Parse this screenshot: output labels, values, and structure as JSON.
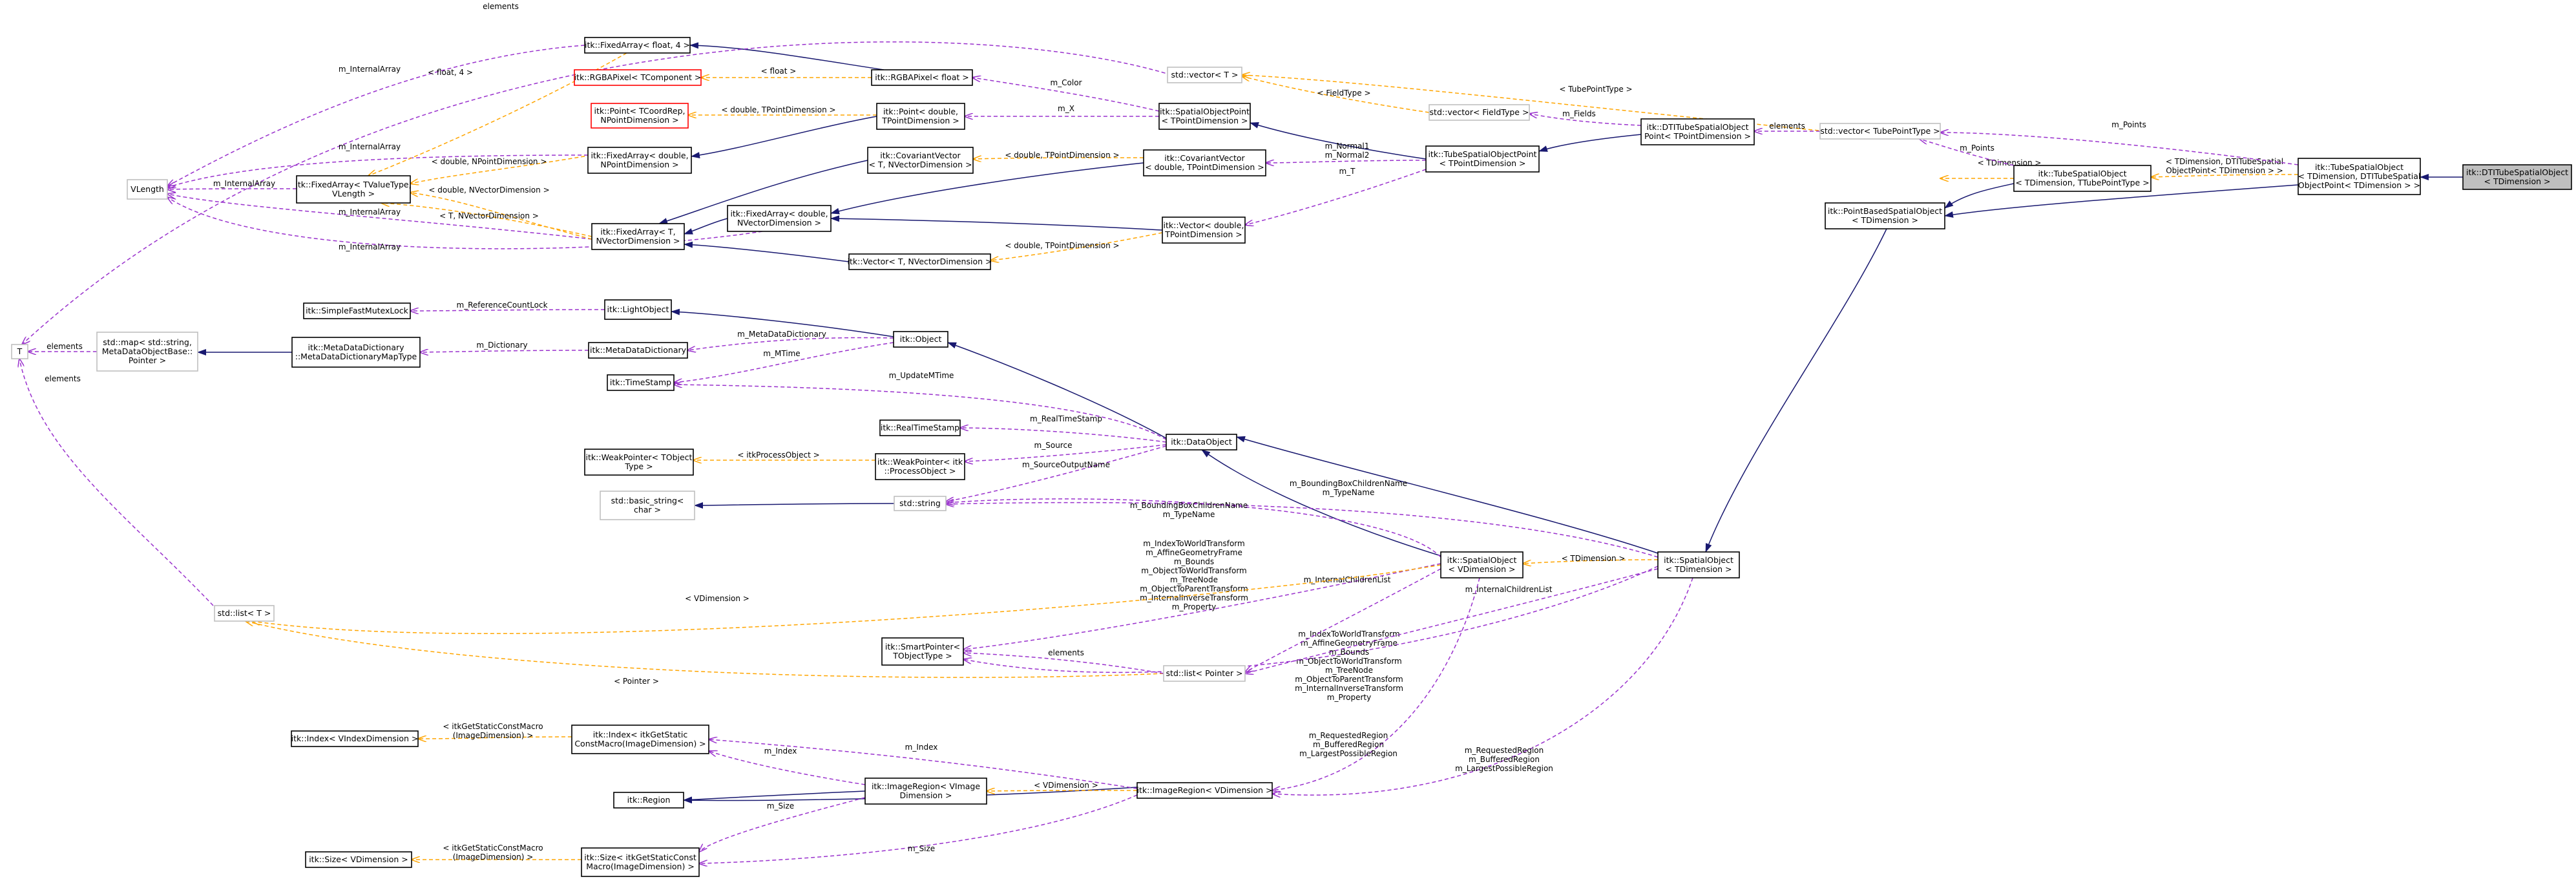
{
  "nodes": [
    {
      "id": "T",
      "lines": [
        "T"
      ],
      "style": "gray"
    },
    {
      "id": "VLength",
      "lines": [
        "VLength"
      ],
      "style": "gray"
    },
    {
      "id": "FixedArrayFloat4",
      "lines": [
        "itk::FixedArray< float, 4 >"
      ],
      "style": "normal"
    },
    {
      "id": "RGBAPixelTComponent",
      "lines": [
        "itk::RGBAPixel< TComponent >"
      ],
      "style": "red"
    },
    {
      "id": "PointTCoordRep",
      "lines": [
        "itk::Point< TCoordRep,",
        "NPointDimension >"
      ],
      "style": "red"
    },
    {
      "id": "FixedArrayDoubleNPoint",
      "lines": [
        "itk::FixedArray< double,",
        "NPointDimension >"
      ],
      "style": "normal"
    },
    {
      "id": "FixedArrayTValueType",
      "lines": [
        "itk::FixedArray< TValueType,",
        "VLength >"
      ],
      "style": "normal"
    },
    {
      "id": "FixedArrayTNVector",
      "lines": [
        "itk::FixedArray< T,",
        "NVectorDimension >"
      ],
      "style": "normal"
    },
    {
      "id": "FixedArrayDoubleNVector",
      "lines": [
        "itk::FixedArray< double,",
        "NVectorDimension >"
      ],
      "style": "normal"
    },
    {
      "id": "RGBAPixelFloat",
      "lines": [
        "itk::RGBAPixel< float >"
      ],
      "style": "normal"
    },
    {
      "id": "PointDoubleTPoint",
      "lines": [
        "itk::Point< double,",
        "TPointDimension >"
      ],
      "style": "normal"
    },
    {
      "id": "CovVecTNVector",
      "lines": [
        "itk::CovariantVector",
        "< T, NVectorDimension >"
      ],
      "style": "normal"
    },
    {
      "id": "VectorTNVector",
      "lines": [
        "itk::Vector< T, NVectorDimension >"
      ],
      "style": "normal"
    },
    {
      "id": "SimpleFastMutexLock",
      "lines": [
        "itk::SimpleFastMutexLock"
      ],
      "style": "normal"
    },
    {
      "id": "LightObject",
      "lines": [
        "itk::LightObject"
      ],
      "style": "normal"
    },
    {
      "id": "StdMap",
      "lines": [
        "std::map< std::string,",
        "MetaDataObjectBase::",
        "Pointer >"
      ],
      "style": "gray"
    },
    {
      "id": "MetaDataDictionary1",
      "lines": [
        "itk::MetaDataDictionary",
        "::MetaDataDictionaryMapType"
      ],
      "style": "normal"
    },
    {
      "id": "MetaDataDictionary",
      "lines": [
        "itk::MetaDataDictionary"
      ],
      "style": "normal"
    },
    {
      "id": "TimeStamp",
      "lines": [
        "itk::TimeStamp"
      ],
      "style": "normal"
    },
    {
      "id": "Object",
      "lines": [
        "itk::Object"
      ],
      "style": "normal"
    },
    {
      "id": "RealTimeStamp",
      "lines": [
        "itk::RealTimeStamp"
      ],
      "style": "normal"
    },
    {
      "id": "WeakPtrTObject",
      "lines": [
        "itk::WeakPointer< TObject",
        "Type >"
      ],
      "style": "normal"
    },
    {
      "id": "WeakPtrProcess",
      "lines": [
        "itk::WeakPointer< itk",
        "::ProcessObject >"
      ],
      "style": "normal"
    },
    {
      "id": "DataObject",
      "lines": [
        "itk::DataObject"
      ],
      "style": "normal"
    },
    {
      "id": "BasicString",
      "lines": [
        "std::basic_string<",
        "char >"
      ],
      "style": "gray"
    },
    {
      "id": "StdString",
      "lines": [
        "std::string"
      ],
      "style": "gray"
    },
    {
      "id": "StdListT",
      "lines": [
        "std::list< T >"
      ],
      "style": "gray"
    },
    {
      "id": "SmartPtr",
      "lines": [
        "itk::SmartPointer<",
        "TObjectType >"
      ],
      "style": "normal"
    },
    {
      "id": "StdListPointer",
      "lines": [
        "std::list< Pointer >"
      ],
      "style": "gray"
    },
    {
      "id": "IndexVIndex",
      "lines": [
        "itk::Index< VIndexDimension >"
      ],
      "style": "normal"
    },
    {
      "id": "IndexStatic",
      "lines": [
        "itk::Index< itkGetStatic",
        "ConstMacro(ImageDimension) >"
      ],
      "style": "normal"
    },
    {
      "id": "Region",
      "lines": [
        "itk::Region"
      ],
      "style": "normal"
    },
    {
      "id": "SizeVDim",
      "lines": [
        "itk::Size< VDimension >"
      ],
      "style": "normal"
    },
    {
      "id": "SizeStatic",
      "lines": [
        "itk::Size< itkGetStaticConst",
        "Macro(ImageDimension) >"
      ],
      "style": "normal"
    },
    {
      "id": "ImageRegionVImage",
      "lines": [
        "itk::ImageRegion< VImage",
        "Dimension >"
      ],
      "style": "normal"
    },
    {
      "id": "ImageRegionVDim",
      "lines": [
        "itk::ImageRegion< VDimension >"
      ],
      "style": "normal"
    },
    {
      "id": "StdVectorT",
      "lines": [
        "std::vector< T >"
      ],
      "style": "gray"
    },
    {
      "id": "SpatialObjectPoint",
      "lines": [
        "itk::SpatialObjectPoint",
        "< TPointDimension >"
      ],
      "style": "normal"
    },
    {
      "id": "CovVecDouble",
      "lines": [
        "itk::CovariantVector",
        "< double, TPointDimension >"
      ],
      "style": "normal"
    },
    {
      "id": "VectorDouble",
      "lines": [
        "itk::Vector< double,",
        "TPointDimension >"
      ],
      "style": "normal"
    },
    {
      "id": "StdVectorFieldType",
      "lines": [
        "std::vector< FieldType >"
      ],
      "style": "gray"
    },
    {
      "id": "TubeSpatialObjectPoint",
      "lines": [
        "itk::TubeSpatialObjectPoint",
        "< TPointDimension >"
      ],
      "style": "normal"
    },
    {
      "id": "DTITubeSpatialObjectPoint",
      "lines": [
        "itk::DTITubeSpatialObject",
        "Point< TPointDimension >"
      ],
      "style": "normal"
    },
    {
      "id": "SpatialObjectVDim",
      "lines": [
        "itk::SpatialObject",
        "< VDimension >"
      ],
      "style": "normal"
    },
    {
      "id": "SpatialObjectTDim",
      "lines": [
        "itk::SpatialObject",
        "< TDimension >"
      ],
      "style": "normal"
    },
    {
      "id": "StdVectorTubePointType",
      "lines": [
        "std::vector< TubePointType >"
      ],
      "style": "gray"
    },
    {
      "id": "PointBasedSpatialObject",
      "lines": [
        "itk::PointBasedSpatialObject",
        "< TDimension >"
      ],
      "style": "normal"
    },
    {
      "id": "TubeSpatialObject",
      "lines": [
        "itk::TubeSpatialObject",
        "< TDimension, TTubePointType >"
      ],
      "style": "normal"
    },
    {
      "id": "TubeSpatialObjectDTI",
      "lines": [
        "itk::TubeSpatialObject",
        "< TDimension, DTITubeSpatial",
        "ObjectPoint< TDimension > >"
      ],
      "style": "normal"
    },
    {
      "id": "DTITubeSpatialObject",
      "lines": [
        "itk::DTITubeSpatialObject",
        "< TDimension >"
      ],
      "style": "focus"
    }
  ],
  "edges": [
    {
      "kind": "usage",
      "label": [
        "elements"
      ]
    },
    {
      "kind": "usage",
      "label": [
        "m_InternalArray"
      ]
    },
    {
      "kind": "usage",
      "label": [
        "m_InternalArray"
      ]
    },
    {
      "kind": "usage",
      "label": [
        "m_InternalArray"
      ]
    },
    {
      "kind": "usage",
      "label": [
        "m_InternalArray"
      ]
    },
    {
      "kind": "usage",
      "label": [
        "m_InternalArray"
      ]
    },
    {
      "kind": "usage",
      "label": [
        "elements"
      ]
    },
    {
      "kind": "usage",
      "label": [
        "elements"
      ]
    },
    {
      "kind": "template",
      "label": [
        "< float, 4 >"
      ]
    },
    {
      "kind": "template",
      "label": [
        "< double, NPointDimension >"
      ]
    },
    {
      "kind": "template",
      "label": [
        "< double, NVectorDimension >"
      ]
    },
    {
      "kind": "template",
      "label": [
        "< T, NVectorDimension >"
      ]
    },
    {
      "kind": "template",
      "label": [
        "< float >"
      ]
    },
    {
      "kind": "template",
      "label": [
        "< double, TPointDimension >"
      ]
    },
    {
      "kind": "template",
      "label": [
        "< double, TPointDimension >"
      ]
    },
    {
      "kind": "template",
      "label": [
        "< double, TPointDimension >"
      ]
    },
    {
      "kind": "template",
      "label": [
        "< FieldType >"
      ]
    },
    {
      "kind": "template",
      "label": [
        "< TubePointType >"
      ]
    },
    {
      "kind": "template",
      "label": [
        "< TDimension >"
      ]
    },
    {
      "kind": "template",
      "label": [
        "< TDimension, DTITubeSpatial",
        "ObjectPoint< TDimension > >"
      ]
    },
    {
      "kind": "template",
      "label": [
        "< itkProcessObject >"
      ]
    },
    {
      "kind": "template",
      "label": [
        "< Pointer >"
      ]
    },
    {
      "kind": "template",
      "label": [
        "< itkGetStaticConstMacro",
        "(ImageDimension) >"
      ]
    },
    {
      "kind": "template",
      "label": [
        "< itkGetStaticConstMacro",
        "(ImageDimension) >"
      ]
    },
    {
      "kind": "template",
      "label": [
        "< VDimension >"
      ]
    },
    {
      "kind": "usage",
      "label": [
        "m_Color"
      ]
    },
    {
      "kind": "usage",
      "label": [
        "m_X"
      ]
    },
    {
      "kind": "usage",
      "label": [
        "m_Normal1",
        "m_Normal2"
      ]
    },
    {
      "kind": "usage",
      "label": [
        "m_T"
      ]
    },
    {
      "kind": "usage",
      "label": [
        "m_Fields"
      ]
    },
    {
      "kind": "usage",
      "label": [
        "elements"
      ]
    },
    {
      "kind": "usage",
      "label": [
        "m_Points"
      ]
    },
    {
      "kind": "usage",
      "label": [
        "m_Points"
      ]
    },
    {
      "kind": "usage",
      "label": [
        "m_ReferenceCountLock"
      ]
    },
    {
      "kind": "usage",
      "label": [
        "m_Dictionary"
      ]
    },
    {
      "kind": "usage",
      "label": [
        "m_MetaDataDictionary"
      ]
    },
    {
      "kind": "usage",
      "label": [
        "m_MTime"
      ]
    },
    {
      "kind": "usage",
      "label": [
        "m_UpdateMTime"
      ]
    },
    {
      "kind": "usage",
      "label": [
        "m_RealTimeStamp"
      ]
    },
    {
      "kind": "usage",
      "label": [
        "m_Source"
      ]
    },
    {
      "kind": "usage",
      "label": [
        "m_SourceOutputName"
      ]
    },
    {
      "kind": "usage",
      "label": [
        "m_BoundingBoxChildrenName",
        "m_TypeName"
      ]
    },
    {
      "kind": "usage",
      "label": [
        "m_BoundingBoxChildrenName",
        "m_TypeName"
      ]
    },
    {
      "kind": "usage",
      "label": [
        "m_IndexToWorldTransform",
        "m_AffineGeometryFrame",
        "m_Bounds",
        "m_ObjectToWorldTransform",
        "m_TreeNode",
        "m_ObjectToParentTransform",
        "m_InternalInverseTransform",
        "m_Property"
      ]
    },
    {
      "kind": "usage",
      "label": [
        "m_IndexToWorldTransform",
        "m_AffineGeometryFrame",
        "m_Bounds",
        "m_ObjectToWorldTransform",
        "m_TreeNode",
        "m_ObjectToParentTransform",
        "m_InternalInverseTransform",
        "m_Property"
      ]
    },
    {
      "kind": "usage",
      "label": [
        "elements"
      ]
    },
    {
      "kind": "usage",
      "label": [
        "m_InternalChildrenList"
      ]
    },
    {
      "kind": "usage",
      "label": [
        "m_InternalChildrenList"
      ]
    },
    {
      "kind": "usage",
      "label": [
        "m_RequestedRegion",
        "m_BufferedRegion",
        "m_LargestPossibleRegion"
      ]
    },
    {
      "kind": "usage",
      "label": [
        "m_RequestedRegion",
        "m_BufferedRegion",
        "m_LargestPossibleRegion"
      ]
    },
    {
      "kind": "usage",
      "label": [
        "m_Index"
      ]
    },
    {
      "kind": "usage",
      "label": [
        "m_Index"
      ]
    },
    {
      "kind": "usage",
      "label": [
        "m_Size"
      ]
    },
    {
      "kind": "usage",
      "label": [
        "m_Size"
      ]
    },
    {
      "kind": "template",
      "label": [
        "< VDimension >"
      ]
    },
    {
      "kind": "template",
      "label": [
        "< TDimension >"
      ]
    }
  ],
  "colors": {
    "inheritance": "#191970",
    "usage": "#9a32cd",
    "template": "#ffa500",
    "gray_border": "#bfbfbf",
    "focus_fill": "#bfbfbf"
  }
}
